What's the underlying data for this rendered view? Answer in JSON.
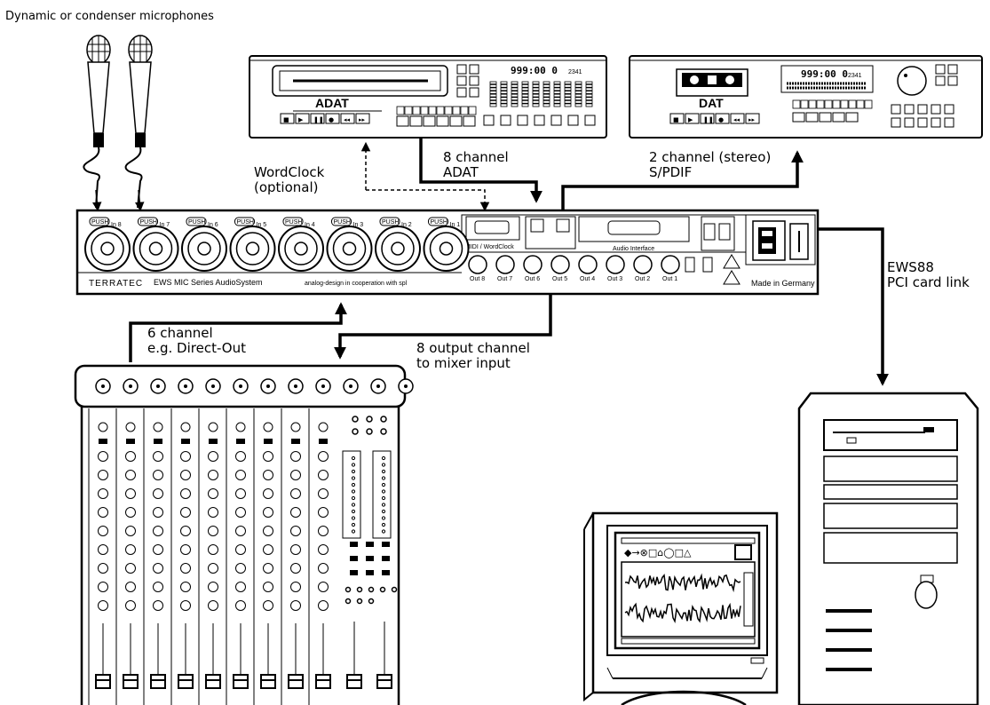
{
  "labels": {
    "title": "Dynamic or condenser microphones",
    "adat_conn": [
      "8 channel",
      "ADAT"
    ],
    "spdif_conn": [
      "2 channel (stereo)",
      "S/PDIF"
    ],
    "wordclock": [
      "WordClock",
      "(optional)"
    ],
    "ews88": [
      "EWS88",
      "PCI card link"
    ],
    "direct_out": [
      "6 channel",
      "e.g. Direct-Out"
    ],
    "mixer_input": [
      "8 output channel",
      "to mixer input"
    ]
  },
  "devices": {
    "adat": {
      "name": "ADAT",
      "display": "999:00 0",
      "display_small": "2341"
    },
    "dat": {
      "name": "DAT",
      "display": "999:00 0",
      "display_small": "2341"
    }
  },
  "rack": {
    "brand": "TERRATEC",
    "series": "EWS MIC Series AudioSystem",
    "credit": "analog-design in cooperation with spl",
    "made_in": "Made in Germany",
    "midi_label": "MIDI / WordClock",
    "audio_interface": "Audio Interface",
    "push": "PUSH",
    "inputs": [
      "In 8",
      "In 7",
      "In 6",
      "In 5",
      "In 4",
      "In 3",
      "In 2",
      "In 1"
    ],
    "outputs": [
      "Out 8",
      "Out 7",
      "Out 6",
      "Out 5",
      "Out 4",
      "Out 3",
      "Out 2",
      "Out 1"
    ]
  }
}
